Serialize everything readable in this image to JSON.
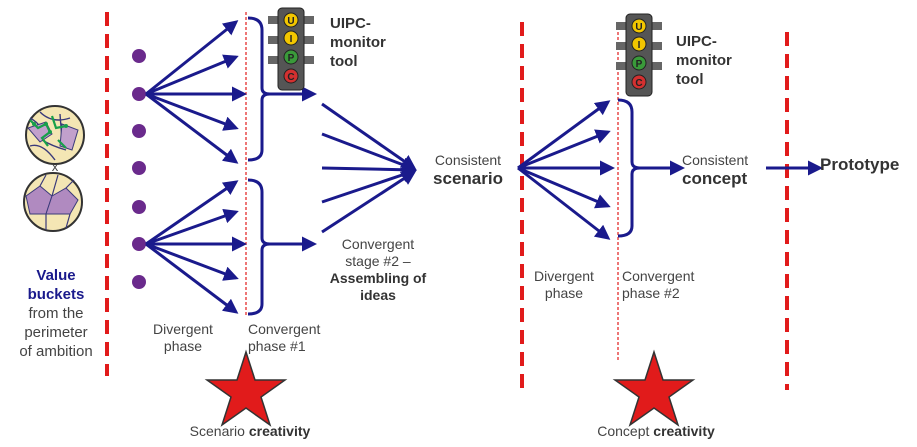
{
  "colors": {
    "arrow": "#1a1a8c",
    "dashed_divider": "#e11b1b",
    "thin_divider": "#e11b1b",
    "dot": "#6a2a8c",
    "star": "#e11b1b",
    "traffic_light_body": "#555555",
    "light_yellow": "#f2c600",
    "light_green": "#3a9a3a",
    "light_red": "#d33030"
  },
  "traffic_light_letters": [
    "U",
    "I",
    "P",
    "C"
  ],
  "value_buckets": {
    "title_line1": "Value",
    "title_line2": "buckets",
    "rest_line1": "from the",
    "rest_line2": "perimeter",
    "rest_line3": "of ambition",
    "times_symbol": "x"
  },
  "labels": {
    "divergent_phase_1_line1": "Divergent",
    "divergent_phase_1_line2": "phase",
    "convergent_phase_1_line1": "Convergent",
    "convergent_phase_1_line2": "phase #1",
    "convergent_stage_2_line1": "Convergent",
    "convergent_stage_2_line2": "stage #2 –",
    "convergent_stage_2_line3": "Assembling of",
    "convergent_stage_2_line4": "ideas",
    "consistent_scenario_line1": "Consistent",
    "consistent_scenario_line2": "scenario",
    "divergent_phase_2_line1": "Divergent",
    "divergent_phase_2_line2": "phase",
    "convergent_phase_2_line1": "Convergent",
    "convergent_phase_2_line2": "phase #2",
    "consistent_concept_line1": "Consistent",
    "consistent_concept_line2": "concept",
    "prototype": "Prototype"
  },
  "tool_1": {
    "line1": "UIPC-",
    "line2": "monitor",
    "line3": "tool"
  },
  "tool_2": {
    "line1": "UIPC-",
    "line2": "monitor",
    "line3": "tool"
  },
  "creativity_1": {
    "prefix": "Scenario",
    "emphasis": "creativity"
  },
  "creativity_2": {
    "prefix": "Concept",
    "emphasis": "creativity"
  }
}
